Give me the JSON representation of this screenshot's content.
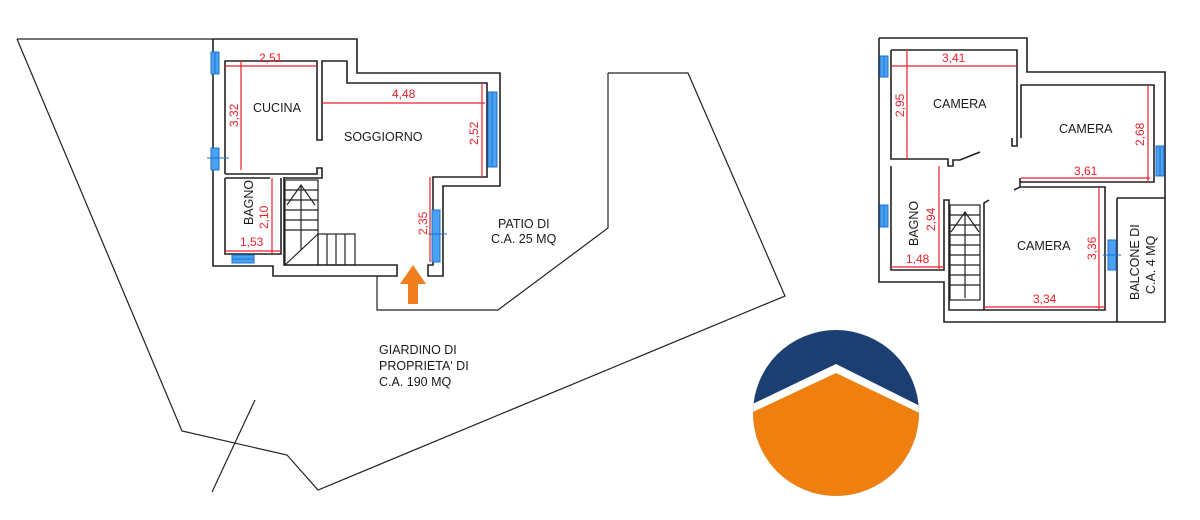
{
  "drawing": {
    "ground_floor": {
      "rooms": [
        {
          "id": "cucina",
          "name": "CUCINA"
        },
        {
          "id": "soggiorno",
          "name": "SOGGIORNO"
        },
        {
          "id": "bagno",
          "name": "BAGNO"
        }
      ],
      "dimensions": {
        "cucina_width": "2,51",
        "cucina_height": "3,32",
        "soggiorno_width": "4,48",
        "soggiorno_height": "2,52",
        "soggiorno_lower_height": "2,35",
        "bagno_height": "2,10",
        "bagno_width": "1,53"
      },
      "areas": {
        "patio_line1": "PATIO DI",
        "patio_line2": "C.A. 25 MQ",
        "garden_line1": "GIARDINO DI",
        "garden_line2": "PROPRIETA' DI",
        "garden_line3": "C.A. 190 MQ"
      },
      "entrance_arrow": "entrance-arrow"
    },
    "first_floor": {
      "rooms": [
        {
          "id": "camera1",
          "name": "CAMERA"
        },
        {
          "id": "camera2",
          "name": "CAMERA"
        },
        {
          "id": "camera3",
          "name": "CAMERA"
        },
        {
          "id": "bagno",
          "name": "BAGNO"
        }
      ],
      "dimensions": {
        "camera1_width": "3,41",
        "camera1_height": "2,95",
        "camera2_height": "2,68",
        "camera2_width": "3,61",
        "camera3_height": "3,36",
        "camera3_width": "3,34",
        "bagno_height": "2,94",
        "bagno_width": "1,48"
      },
      "areas": {
        "balcone_line1": "BALCONE DI",
        "balcone_line2": "C.A. 4 MQ"
      }
    },
    "colors": {
      "dimension_red": "#e8222a",
      "window_blue": "#4aa3f0",
      "logo_navy": "#1c3f73",
      "logo_orange": "#ef7f0f",
      "arrow_orange": "#f07d1e"
    }
  }
}
